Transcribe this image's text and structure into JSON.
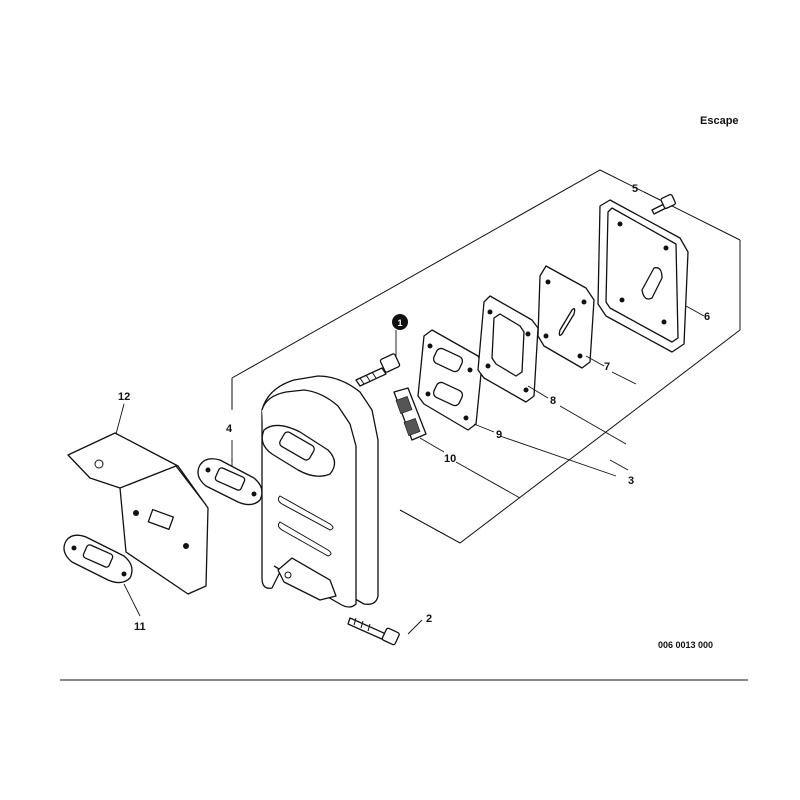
{
  "header": {
    "section_title": "Escape"
  },
  "callouts": [
    {
      "id": "1",
      "style": "filled-circle"
    },
    {
      "id": "2"
    },
    {
      "id": "3"
    },
    {
      "id": "4"
    },
    {
      "id": "5"
    },
    {
      "id": "6"
    },
    {
      "id": "7"
    },
    {
      "id": "8"
    },
    {
      "id": "9"
    },
    {
      "id": "10"
    },
    {
      "id": "11"
    },
    {
      "id": "12"
    }
  ],
  "footer": {
    "drawing_number": "006 0013 000"
  }
}
